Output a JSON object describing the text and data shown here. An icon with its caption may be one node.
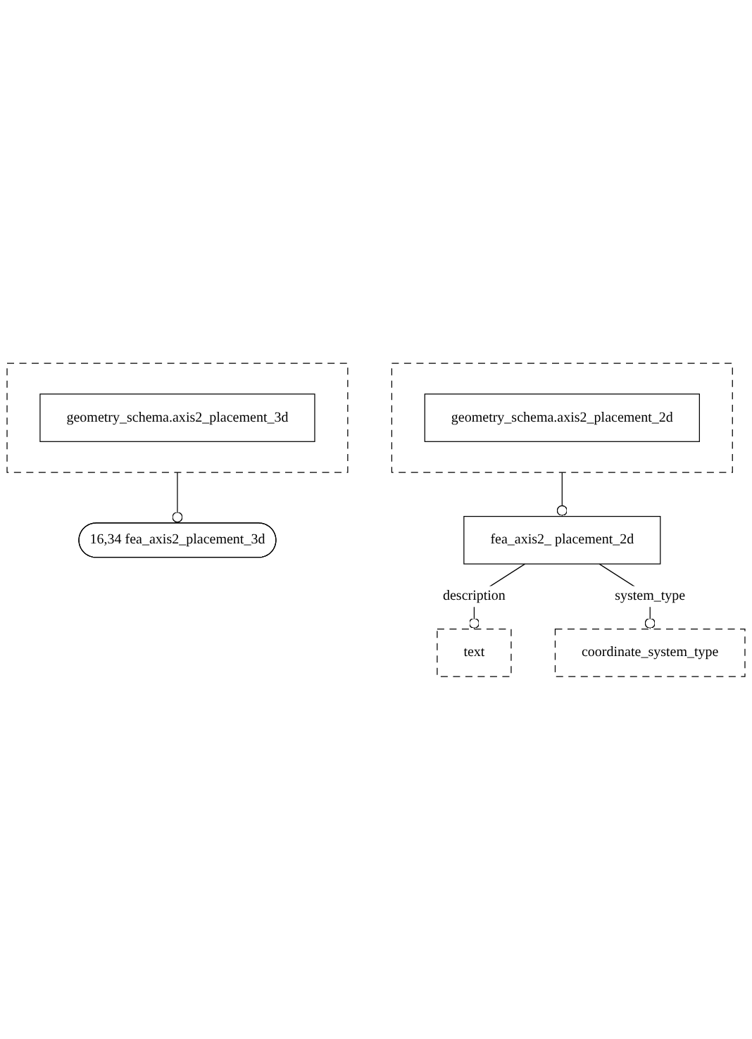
{
  "diagram": {
    "nodes": [
      {
        "text": [],
        "shape": "box"
      },
      {
        "text": [
          "geometry_schema.axis2_placement_3d"
        ],
        "in": 0
      },
      {
        "text": [
          "16,34 fea_axis2_placement_3d"
        ]
      },
      {
        "text": [],
        "shape": "box"
      },
      {
        "text": [
          "geometry_schema.axis2_placement_2d"
        ],
        "in": 3
      },
      {
        "text": [
          "fea_axis2_ placement_2d"
        ]
      },
      {
        "text": [
          "text"
        ]
      },
      {
        "text": [
          "coordinate_system_type"
        ]
      }
    ],
    "edges": [
      {
        "from": 0,
        "to": 2,
        "arrow": "other"
      },
      {
        "from": 3,
        "to": 5,
        "arrow": "other"
      },
      {
        "from": 5,
        "to": 6,
        "arrow": "other",
        "label": "description"
      },
      {
        "from": 5,
        "to": 7,
        "arrow": "other",
        "label": "system_type"
      }
    ]
  }
}
